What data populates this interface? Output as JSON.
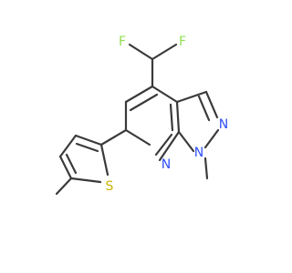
{
  "molecule": {
    "atoms": {
      "f1": {
        "symbol": "F",
        "color": "#90e050"
      },
      "f2": {
        "symbol": "F",
        "color": "#90e050"
      },
      "n_pyrazole": {
        "symbol": "N",
        "color": "#3050f8"
      },
      "n_methyl": {
        "symbol": "N",
        "color": "#3050f8"
      },
      "n_pyridine": {
        "symbol": "N",
        "color": "#3050f8"
      },
      "s_thiophene": {
        "symbol": "S",
        "color": "#c8b400"
      }
    },
    "bond_color": "#3a3a3a"
  }
}
